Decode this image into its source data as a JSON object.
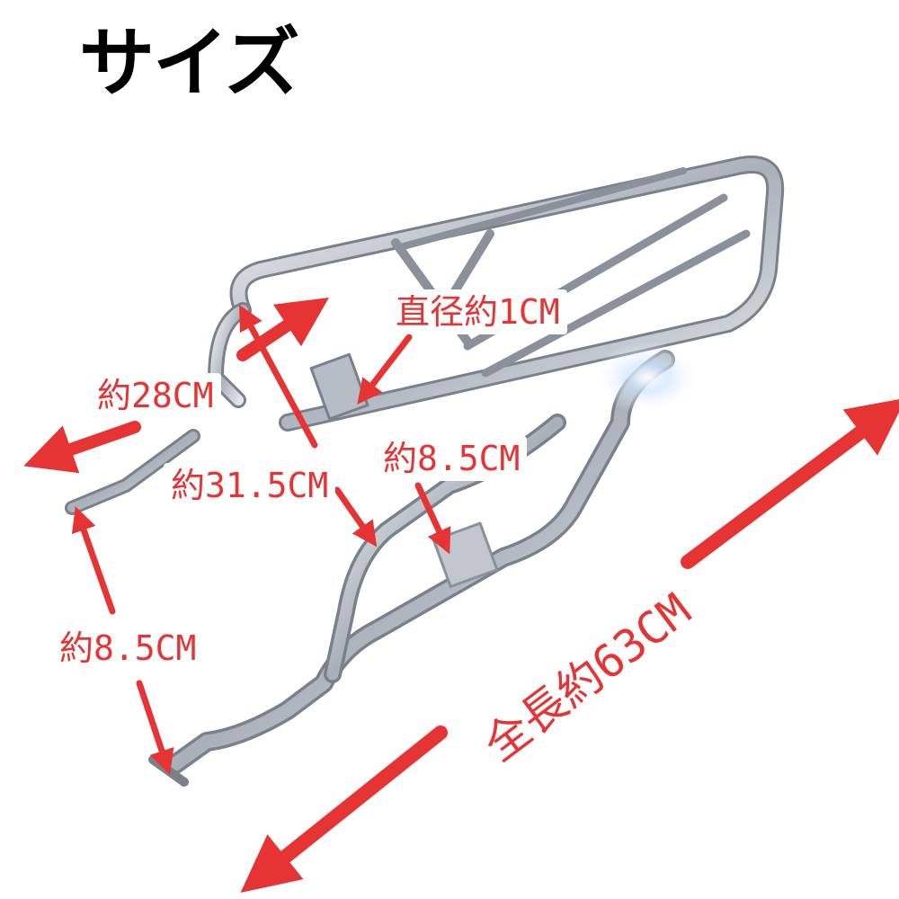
{
  "title": "サイズ",
  "dimensions": {
    "diameter": "直径約1CM",
    "width": "約28CM",
    "depth": "約31.5CM",
    "height_front": "約8.5CM",
    "height_rear": "約8.5CM",
    "length": "全長約63CM"
  },
  "colors": {
    "title": "#000000",
    "dimension": "#e63434",
    "chrome": "#c9ced6"
  }
}
